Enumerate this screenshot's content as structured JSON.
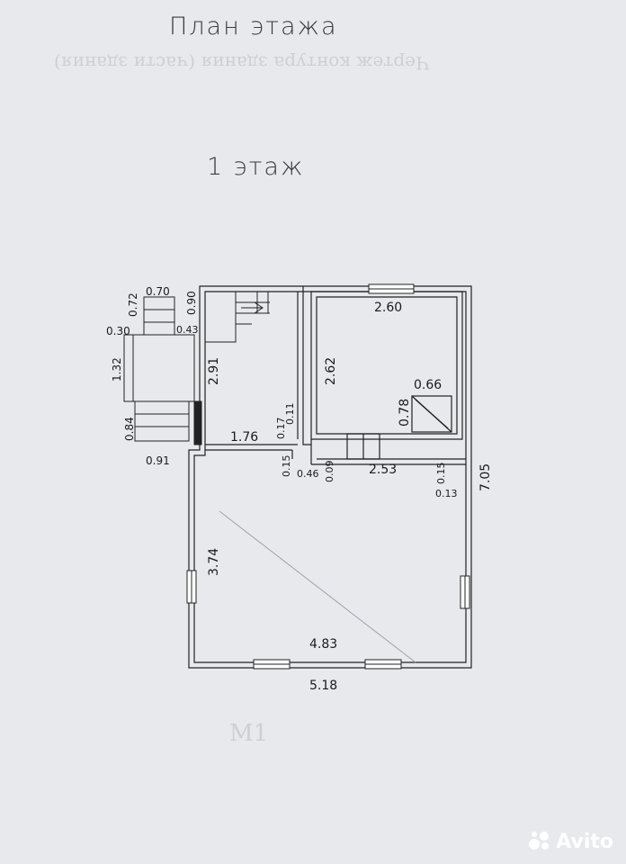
{
  "header": {
    "title": "План этажа"
  },
  "floor": {
    "title": "1 этаж"
  },
  "background": {
    "heading": "Чертеж контура здания (части здания)",
    "mark": "М1"
  },
  "dimensions": {
    "porch_top_width": "0.70",
    "porch_step_depth": "0.72",
    "porch_side_width": "0.90",
    "porch_small_offset": "0.43",
    "porch_left_offset": "0.30",
    "porch_height": "1.32",
    "lower_steps_depth": "0.84",
    "lower_steps_width": "0.91",
    "stair_hall_length": "2.91",
    "hall_width": "1.76",
    "partition_a": "0.11",
    "partition_b": "0.17",
    "partition_c": "0.15",
    "door_offset": "0.46",
    "partition_d": "0.09",
    "room_top_width": "2.60",
    "room_height": "2.62",
    "stove_width": "0.66",
    "stove_depth": "0.78",
    "room_bottom_width": "2.53",
    "partition_e": "0.15",
    "partition_f": "0.13",
    "overall_height": "7.05",
    "main_room_height": "3.74",
    "main_room_width": "4.83",
    "overall_width": "5.18"
  },
  "watermark": {
    "text": "Avito"
  },
  "colors": {
    "paper": "#e7e9ec",
    "ink": "#1b1b1b",
    "wall": "#ffffff"
  }
}
